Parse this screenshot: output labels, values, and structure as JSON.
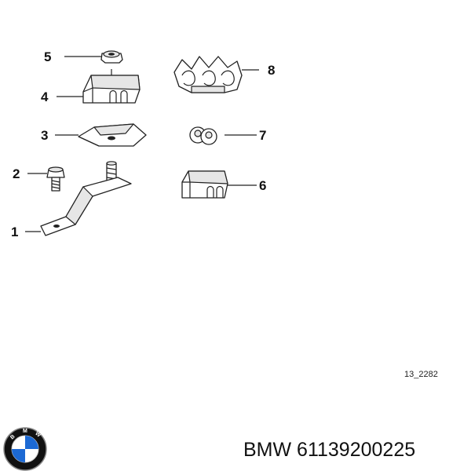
{
  "callouts": {
    "c1": "1",
    "c2": "2",
    "c3": "3",
    "c4": "4",
    "c5": "5",
    "c6": "6",
    "c7": "7",
    "c8": "8"
  },
  "diagram_ref": "13_2282",
  "brand_line": "BMW 61139200225",
  "colors": {
    "line": "#222222",
    "logo_blue": "#1c69d4",
    "logo_ring": "#111111"
  }
}
